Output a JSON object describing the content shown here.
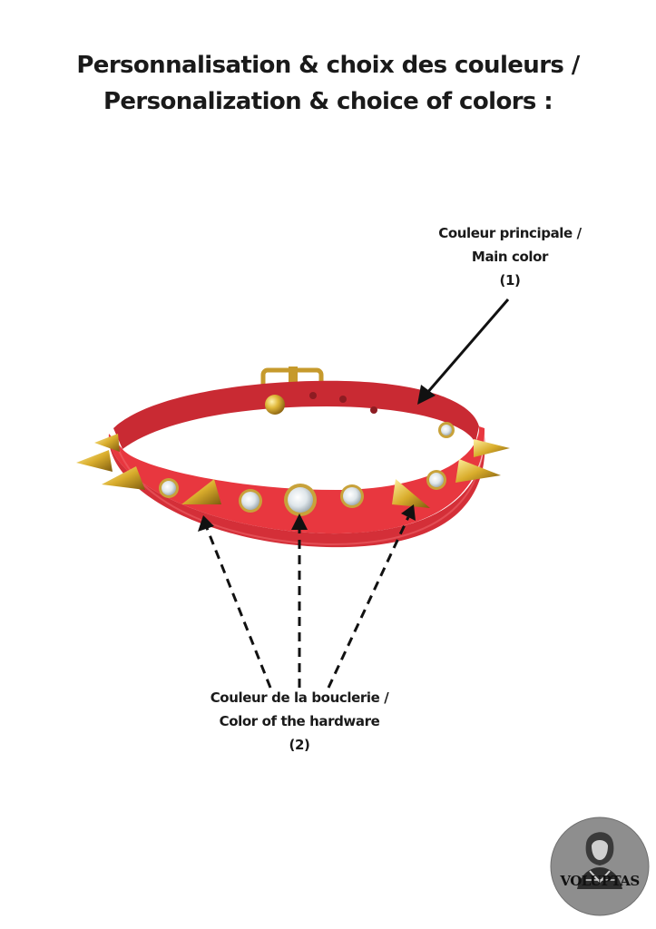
{
  "title": {
    "line1": "Personnalisation & choix des couleurs /",
    "line2": "Personalization & choice of colors :"
  },
  "main_color_label": {
    "line1": "Couleur principale /",
    "line2": "Main color",
    "line3": "(1)"
  },
  "hardware_label": {
    "line1": "Couleur de la bouclerie /",
    "line2": "Color of the hardware",
    "line3": "(2)"
  },
  "logo": {
    "brand": "VOLUPTAS"
  },
  "colors": {
    "collar_red": "#e8373f",
    "hardware_gold": "#d8b030",
    "text": "#1a1a1a"
  }
}
